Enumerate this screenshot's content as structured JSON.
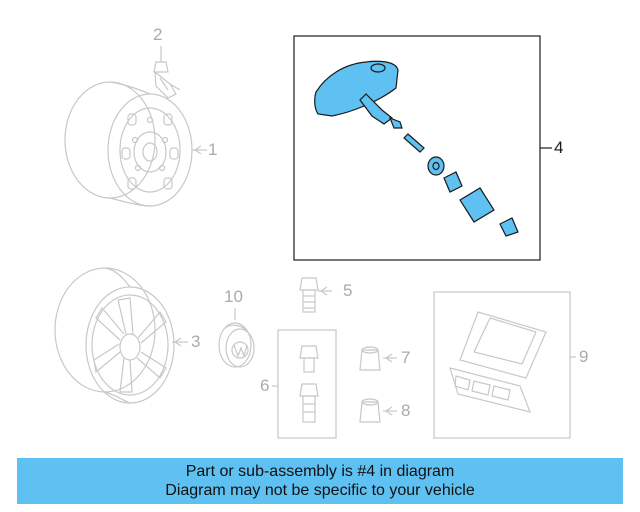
{
  "callouts": {
    "c1": "1",
    "c2": "2",
    "c3": "3",
    "c4": "4",
    "c5": "5",
    "c6": "6",
    "c7": "7",
    "c8": "8",
    "c9": "9",
    "c10": "10"
  },
  "banner": {
    "line1": "Part or sub-assembly is #4 in diagram",
    "line2": "Diagram may not be specific to your vehicle"
  },
  "colors": {
    "highlight_fill": "#5ec1f2",
    "highlight_stroke": "#1a1a1a",
    "faded_stroke": "#c8c8c8",
    "banner_bg": "#5ec1f2"
  }
}
